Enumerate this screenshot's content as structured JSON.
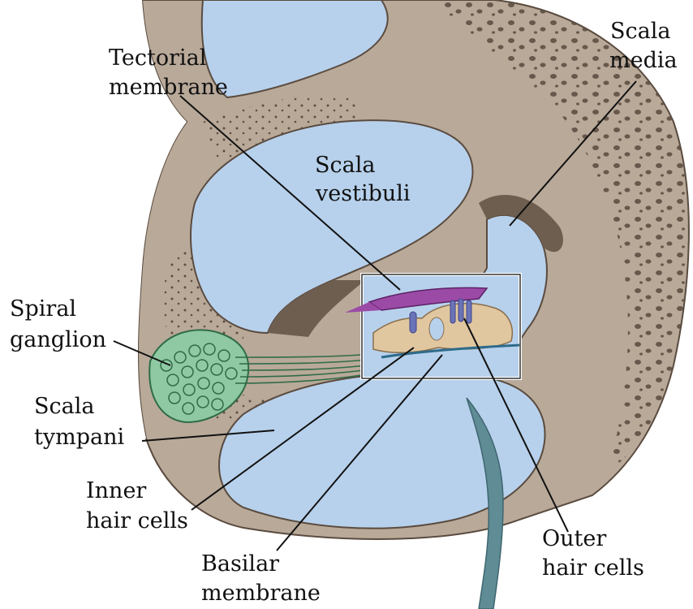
{
  "labels": {
    "tectorial_membrane": [
      "Tectorial",
      "membrane"
    ],
    "scala_media": [
      "Scala",
      "media"
    ],
    "scala_vestibuli": [
      "Scala",
      "vestibuli"
    ],
    "spiral_ganglion": [
      "Spiral",
      "ganglion"
    ],
    "scala_tympani": [
      "Scala",
      "tympani"
    ],
    "inner_hair_cells": [
      "Inner",
      "hair cells"
    ],
    "basilar_membrane": [
      "Basilar",
      "membrane"
    ],
    "outer_hair_cells": [
      "Outer",
      "hair cells"
    ]
  },
  "colors": {
    "bone": "#b9a999",
    "bone_dark": "#8f7d6c",
    "bone_shadow": "#6e5e50",
    "fluid": "#b7d1ec",
    "ganglion": "#4e9d6e",
    "tectorial": "#9b4aa6",
    "organ_tissue": "#e0c7a0",
    "hair_cell": "#6b73b8",
    "nerve_fiber": "#5f8c95"
  }
}
